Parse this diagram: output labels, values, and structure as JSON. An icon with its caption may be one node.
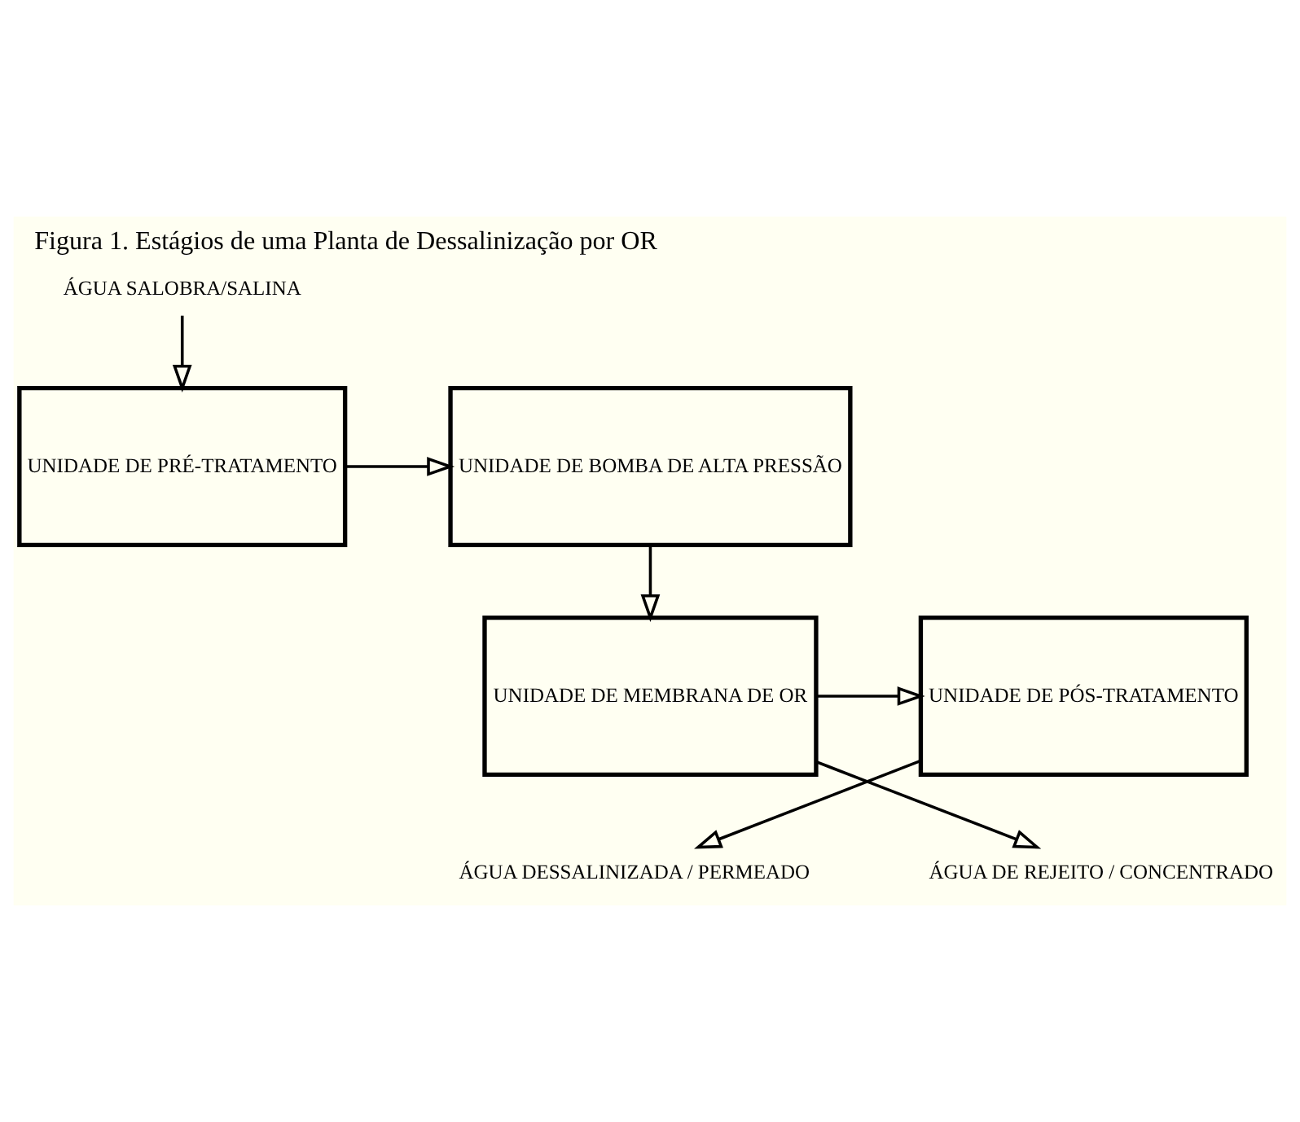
{
  "diagram": {
    "title": "Figura 1. Estágios de uma Planta de Dessalinização por OR",
    "nodes": [
      {
        "text": [
          "ÁGUA SALOBRA/SALINA"
        ]
      },
      {
        "text": [
          "UNIDADE DE PRÉ-TRATAMENTO"
        ]
      },
      {
        "text": [
          "UNIDADE DE BOMBA DE ALTA PRESSÃO"
        ]
      },
      {
        "text": [
          "UNIDADE DE MEMBRANA DE OR"
        ]
      },
      {
        "text": [
          "UNIDADE DE PÓS-TRATAMENTO"
        ]
      },
      {
        "text": [
          "ÁGUA DESSALINIZADA / PERMEADO"
        ]
      },
      {
        "text": [
          "ÁGUA DE REJEITO / CONCENTRADO"
        ]
      }
    ],
    "edges": [
      {
        "from": 0,
        "to": 1,
        "arrow": "to"
      },
      {
        "from": 1,
        "to": 2,
        "arrow": "to"
      },
      {
        "from": 2,
        "to": 3,
        "arrow": "to"
      },
      {
        "from": 3,
        "to": 4,
        "arrow": "to"
      },
      {
        "from": 4,
        "to": 5,
        "arrow": "to"
      },
      {
        "from": 3,
        "to": 6,
        "arrow": "to"
      }
    ]
  }
}
